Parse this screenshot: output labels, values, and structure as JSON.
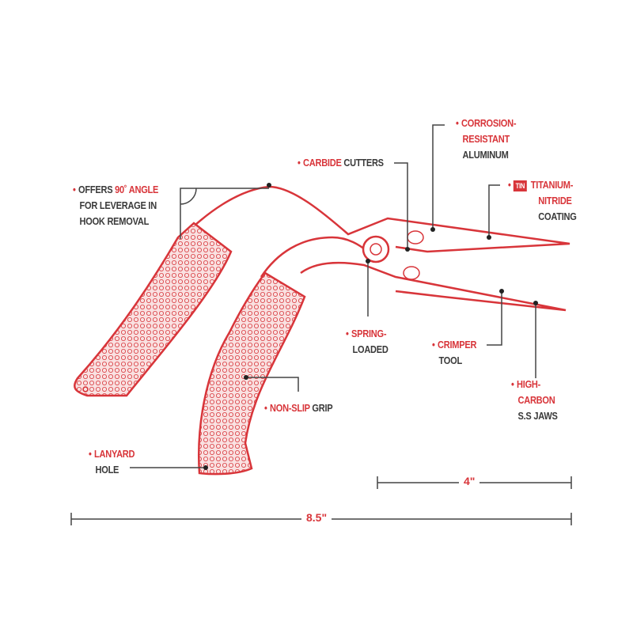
{
  "colors": {
    "accent": "#d8353a",
    "line": "#444444",
    "grip_fill": "#f7dcdc"
  },
  "labels": {
    "angle": {
      "red": "90˚ ANGLE",
      "pre": "OFFERS ",
      "line2": "FOR LEVERAGE IN",
      "line3": "HOOK REMOVAL"
    },
    "cutters": {
      "red": "CARBIDE",
      "rest": " CUTTERS"
    },
    "corrosion": {
      "line1": "CORROSION-",
      "line2": "RESISTANT",
      "line3": "ALUMINUM"
    },
    "coating": {
      "badge": "TIN",
      "line1": "TITANIUM-",
      "line2": "NITRIDE",
      "line3": "COATING"
    },
    "spring": {
      "line1": "SPRING-",
      "line2": "LOADED"
    },
    "crimper": {
      "line1": "CRIMPER",
      "line2": "TOOL"
    },
    "jaws": {
      "line1": "HIGH-",
      "line2": "CARBON",
      "line3": "S.S JAWS"
    },
    "grip": {
      "red": "NON-SLIP",
      "rest": " GRIP"
    },
    "lanyard": {
      "line1": "LANYARD",
      "line2": "HOLE"
    }
  },
  "dimensions": {
    "jaw_length": "4\"",
    "total_length": "8.5\""
  }
}
